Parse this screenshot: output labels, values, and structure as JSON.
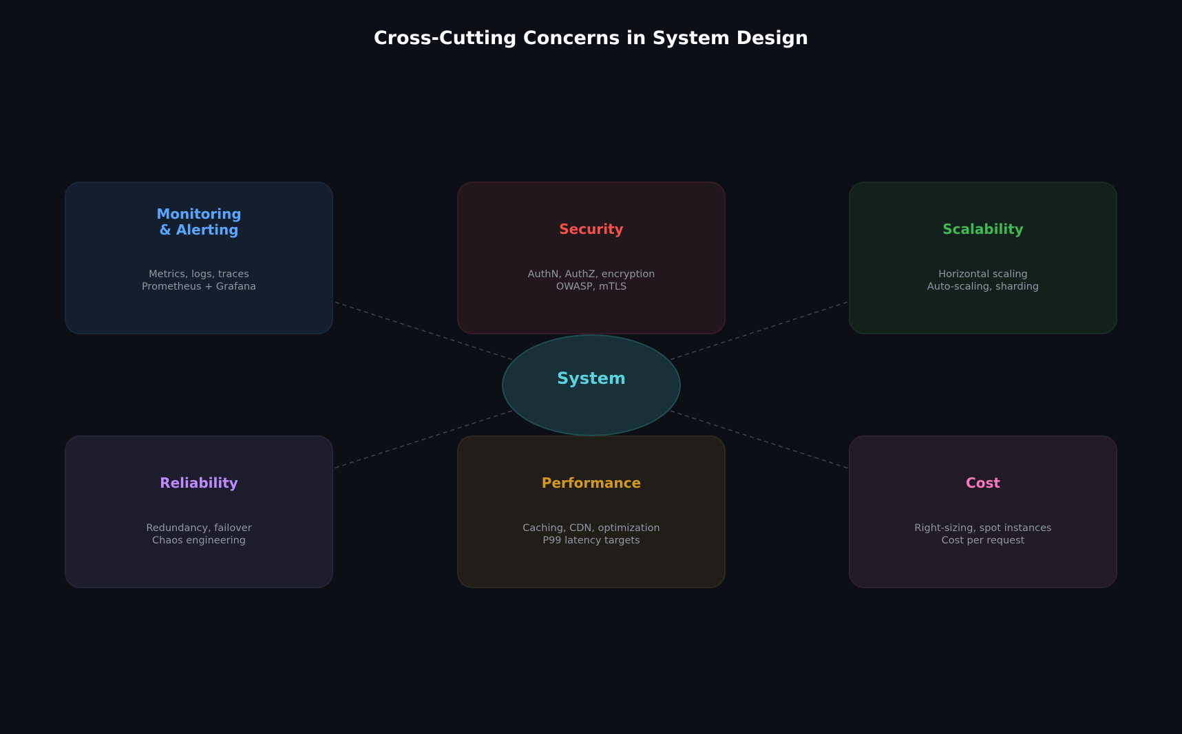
{
  "title": "Cross-Cutting Concerns in System Design",
  "hub": {
    "label": "System",
    "color": "#59d3dd"
  },
  "concerns": [
    {
      "id": "monitoring",
      "title_lines": [
        "Monitoring",
        "& Alerting"
      ],
      "desc_lines": [
        "Metrics, logs, traces",
        "Prometheus + Grafana"
      ],
      "accent": "#58a6ff"
    },
    {
      "id": "security",
      "title_lines": [
        "Security"
      ],
      "desc_lines": [
        "AuthN, AuthZ, encryption",
        "OWASP, mTLS"
      ],
      "accent": "#f85149"
    },
    {
      "id": "scalability",
      "title_lines": [
        "Scalability"
      ],
      "desc_lines": [
        "Horizontal scaling",
        "Auto-scaling, sharding"
      ],
      "accent": "#3fb950"
    },
    {
      "id": "reliability",
      "title_lines": [
        "Reliability"
      ],
      "desc_lines": [
        "Redundancy, failover",
        "Chaos engineering"
      ],
      "accent": "#bc8cff"
    },
    {
      "id": "performance",
      "title_lines": [
        "Performance"
      ],
      "desc_lines": [
        "Caching, CDN, optimization",
        "P99 latency targets"
      ],
      "accent": "#d29922"
    },
    {
      "id": "cost",
      "title_lines": [
        "Cost"
      ],
      "desc_lines": [
        "Right-sizing, spot instances",
        "Cost per request"
      ],
      "accent": "#f778ba"
    }
  ]
}
